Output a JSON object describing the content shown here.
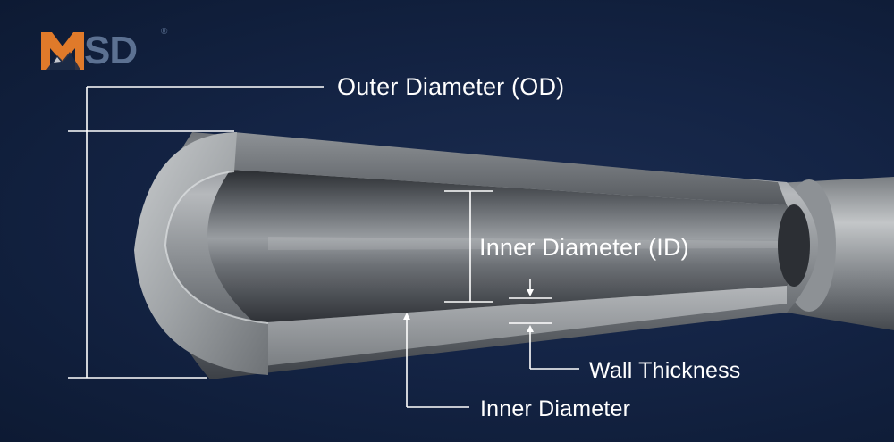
{
  "logo": {
    "text": "MSD",
    "rest_text": "SD",
    "registered_mark": "®",
    "brand_color": "#e07a2a",
    "secondary_color": "#5c7192"
  },
  "labels": {
    "outer_diameter": "Outer Diameter (OD)",
    "inner_diameter_id": "Inner Diameter (ID)",
    "wall_thickness": "Wall Thickness",
    "inner_diameter": "Inner Diameter"
  },
  "colors": {
    "background": "#142445",
    "leader_lines": "#ffffff",
    "tube_metal": "#8c9094"
  },
  "icons": {
    "logo_mark": "mountain-m-logo-icon",
    "arrow_down": "arrow-down-icon",
    "arrow_up": "arrow-up-icon"
  }
}
